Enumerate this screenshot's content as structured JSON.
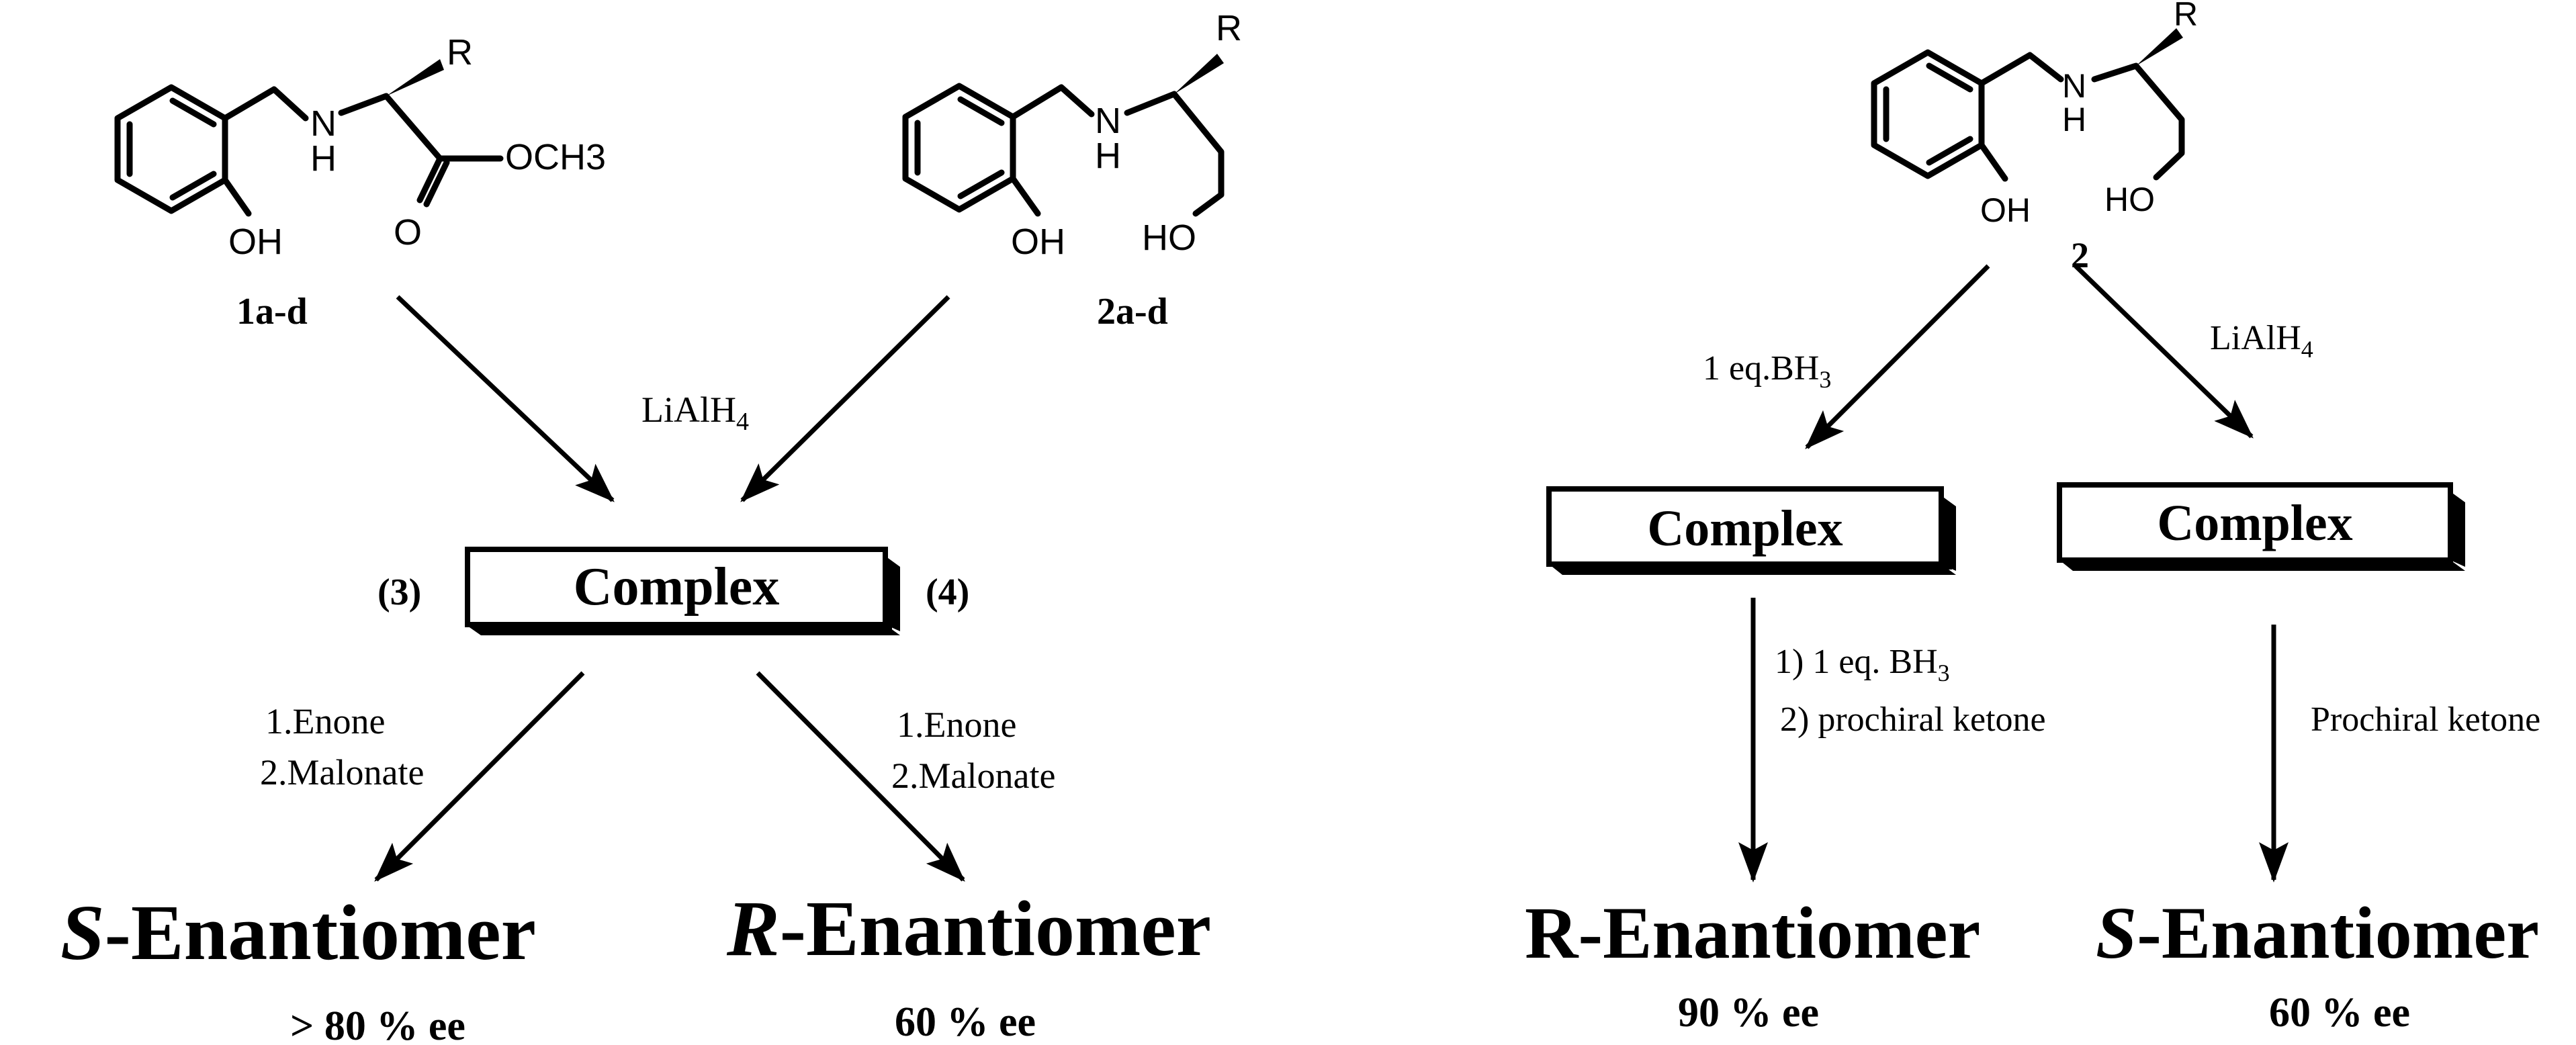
{
  "left_scheme": {
    "compound_1": {
      "label": "1a-d",
      "atoms": {
        "amine_n": "N",
        "amine_h": "H",
        "r_group": "R",
        "ester_group": "OCH3",
        "carbonyl_o": "O",
        "phenol": "OH"
      }
    },
    "compound_2": {
      "label": "2a-d",
      "atoms": {
        "amine_n": "N",
        "amine_h": "H",
        "r_group": "R",
        "hydroxyl": "HO",
        "phenol": "OH"
      }
    },
    "reagent": "LiAlH4",
    "complex": {
      "label": "Complex",
      "left_tag": "(3)",
      "right_tag": "(4)"
    },
    "left_branch": {
      "conditions": [
        "1.Enone",
        "2.Malonate"
      ],
      "product_letter": "S",
      "product_rest": "-Enantiomer",
      "ee": "> 80 % ee"
    },
    "right_branch": {
      "conditions": [
        "1.Enone",
        "2.Malonate"
      ],
      "product_letter": "R",
      "product_rest": "-Enantiomer",
      "ee": "60 % ee"
    }
  },
  "right_scheme": {
    "compound": {
      "label": "2",
      "atoms": {
        "amine_n": "N",
        "amine_h": "H",
        "r_group": "R",
        "hydroxyl": "HO",
        "phenol": "OH"
      }
    },
    "left_branch": {
      "reagent": "1 eq.BH3",
      "complex_label": "Complex",
      "conditions": [
        "1) 1 eq. BH3",
        "2) prochiral ketone"
      ],
      "product_letter": "R",
      "product_rest": "-Enantiomer",
      "ee": "90 % ee"
    },
    "right_branch": {
      "reagent": "LiAlH4",
      "complex_label": "Complex",
      "conditions": [
        "Prochiral ketone"
      ],
      "product_letter": "S",
      "product_rest": "-Enantiomer",
      "ee": "60 % ee"
    }
  }
}
